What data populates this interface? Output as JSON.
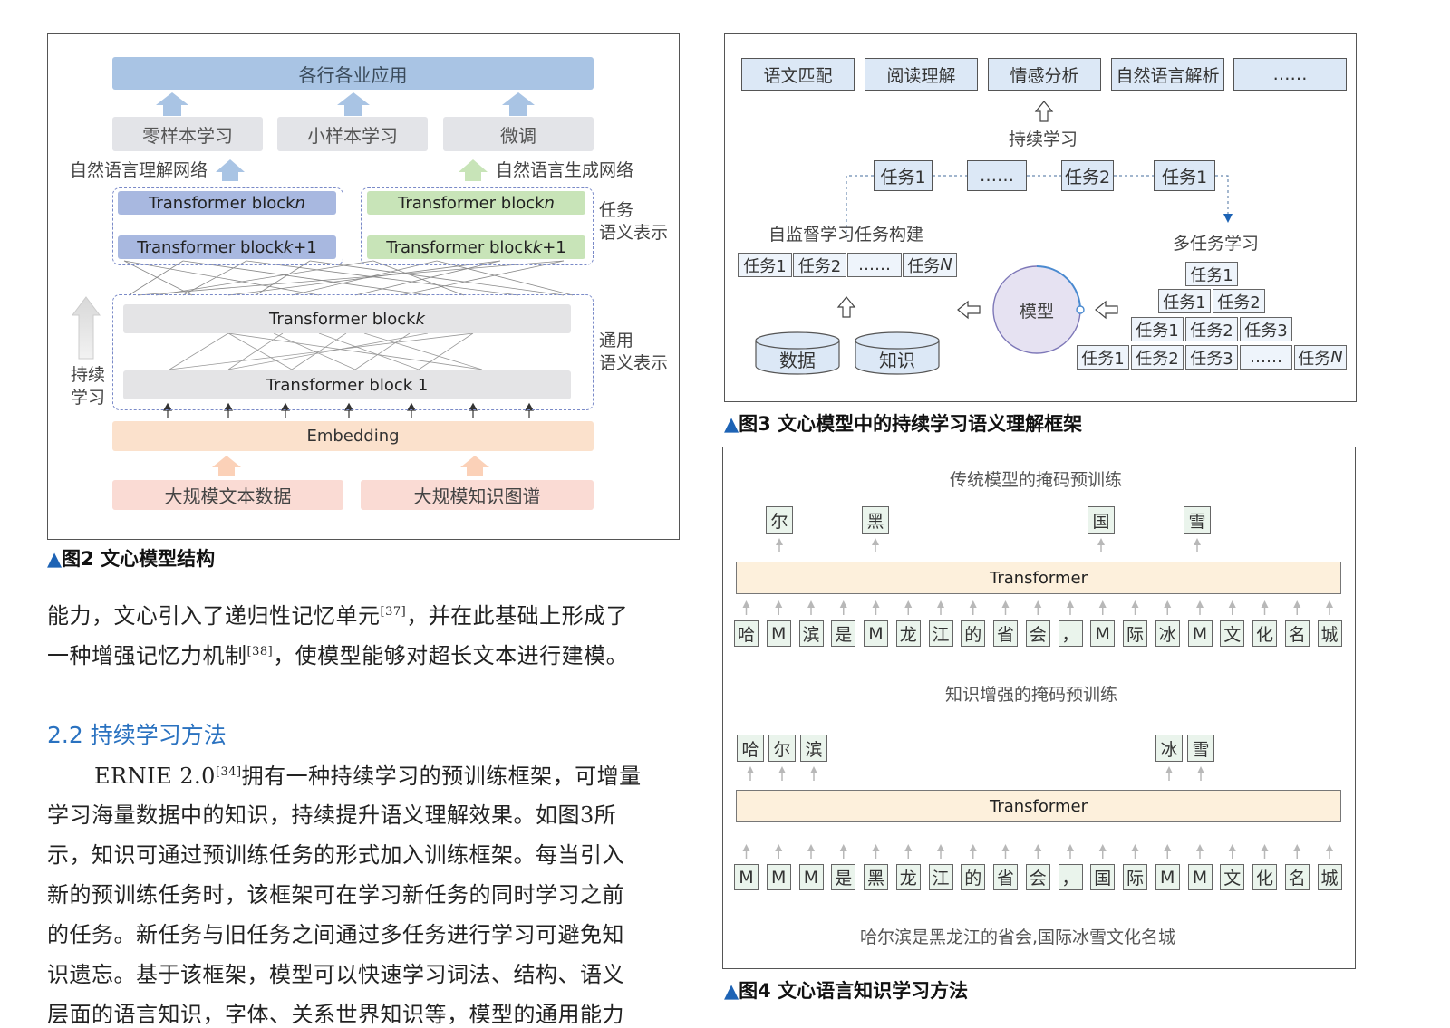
{
  "fig2": {
    "top_app": "各行各业应用",
    "modes": [
      "零样本学习",
      "小样本学习",
      "微调"
    ],
    "nlu_label": "自然语言理解网络",
    "nlg_label": "自然语言生成网络",
    "tb_n_prefix": "Transformer block ",
    "tb_n_var": "n",
    "tb_k1_prefix": "Transformer block ",
    "tb_k1_var": "k",
    "tb_k1_suffix": "+1",
    "tb_k_prefix": "Transformer block ",
    "tb_k_var": "k",
    "tb_1": "Transformer block 1",
    "task_repr": [
      "任务",
      "语义表示"
    ],
    "general_repr": [
      "通用",
      "语义表示"
    ],
    "continual": [
      "持续",
      "学习"
    ],
    "embedding": "Embedding",
    "inputs": [
      "大规模文本数据",
      "大规模知识图谱"
    ],
    "caption_tri": "▲",
    "caption": "图2 文心模型结构"
  },
  "fig3": {
    "top_tasks": [
      "语文匹配",
      "阅读理解",
      "情感分析",
      "自然语言解析",
      "……"
    ],
    "continual": "持续学习",
    "chain": [
      "任务1",
      "……",
      "任务2",
      "任务1"
    ],
    "self_sup": "自监督学习任务构建",
    "self_sup_tasks": [
      "任务1",
      "任务2",
      "……",
      "任务",
      "N"
    ],
    "multi_task": "多任务学习",
    "model": "模型",
    "data": "数据",
    "knowledge": "知识",
    "pyr_row1": [
      "任务1"
    ],
    "pyr_row2": [
      "任务1",
      "任务2"
    ],
    "pyr_row3": [
      "任务1",
      "任务2",
      "任务3"
    ],
    "pyr_row4": [
      "任务1",
      "任务2",
      "任务3",
      "……",
      "任务",
      "N"
    ],
    "caption_tri": "▲",
    "caption": "图3 文心模型中的持续学习语义理解框架"
  },
  "fig4": {
    "title1": "传统模型的掩码预训练",
    "out1": [
      "尔",
      "黑",
      "国",
      "雪"
    ],
    "transformer": "Transformer",
    "seq1": [
      "哈",
      "M",
      "滨",
      "是",
      "M",
      "龙",
      "江",
      "的",
      "省",
      "会",
      "，",
      "M",
      "际",
      "冰",
      "M",
      "文",
      "化",
      "名",
      "城"
    ],
    "title2": "知识增强的掩码预训练",
    "out2a": [
      "哈",
      "尔",
      "滨"
    ],
    "out2b": [
      "冰",
      "雪"
    ],
    "seq2": [
      "M",
      "M",
      "M",
      "是",
      "黑",
      "龙",
      "江",
      "的",
      "省",
      "会",
      "，",
      "国",
      "际",
      "M",
      "M",
      "文",
      "化",
      "名",
      "城"
    ],
    "sentence": "哈尔滨是黑龙江的省会,国际冰雪文化名城",
    "caption_tri": "▲",
    "caption": "图4 文心语言知识学习方法"
  },
  "text": {
    "line1a": "能力，文心引入了递归性记忆单元",
    "ref37": "[37]",
    "line1b": "，并在此基础上形成了",
    "line2a": "一种增强记忆力机制",
    "ref38": "[38]",
    "line2b": "，使模型能够对超长文本进行建模。",
    "heading": "2.2 持续学习方法",
    "p_a": "ERNIE 2.0",
    "ref34": "[34]",
    "p_b": "拥有一种持续学习的预训练框架，可增量",
    "p_lines": [
      "学习海量数据中的知识，持续提升语义理解效果。如图3所",
      "示，知识可通过预训练任务的形式加入训练框架。每当引入",
      "新的预训练任务时，该框架可在学习新任务的同时学习之前",
      "的任务。新任务与旧任务之间通过多任务进行学习可避免知",
      "识遗忘。基于该框架，模型可以快速学习词法、结构、语义",
      "层面的语言知识，字体、关系世界知识等，模型的通用能力"
    ]
  }
}
